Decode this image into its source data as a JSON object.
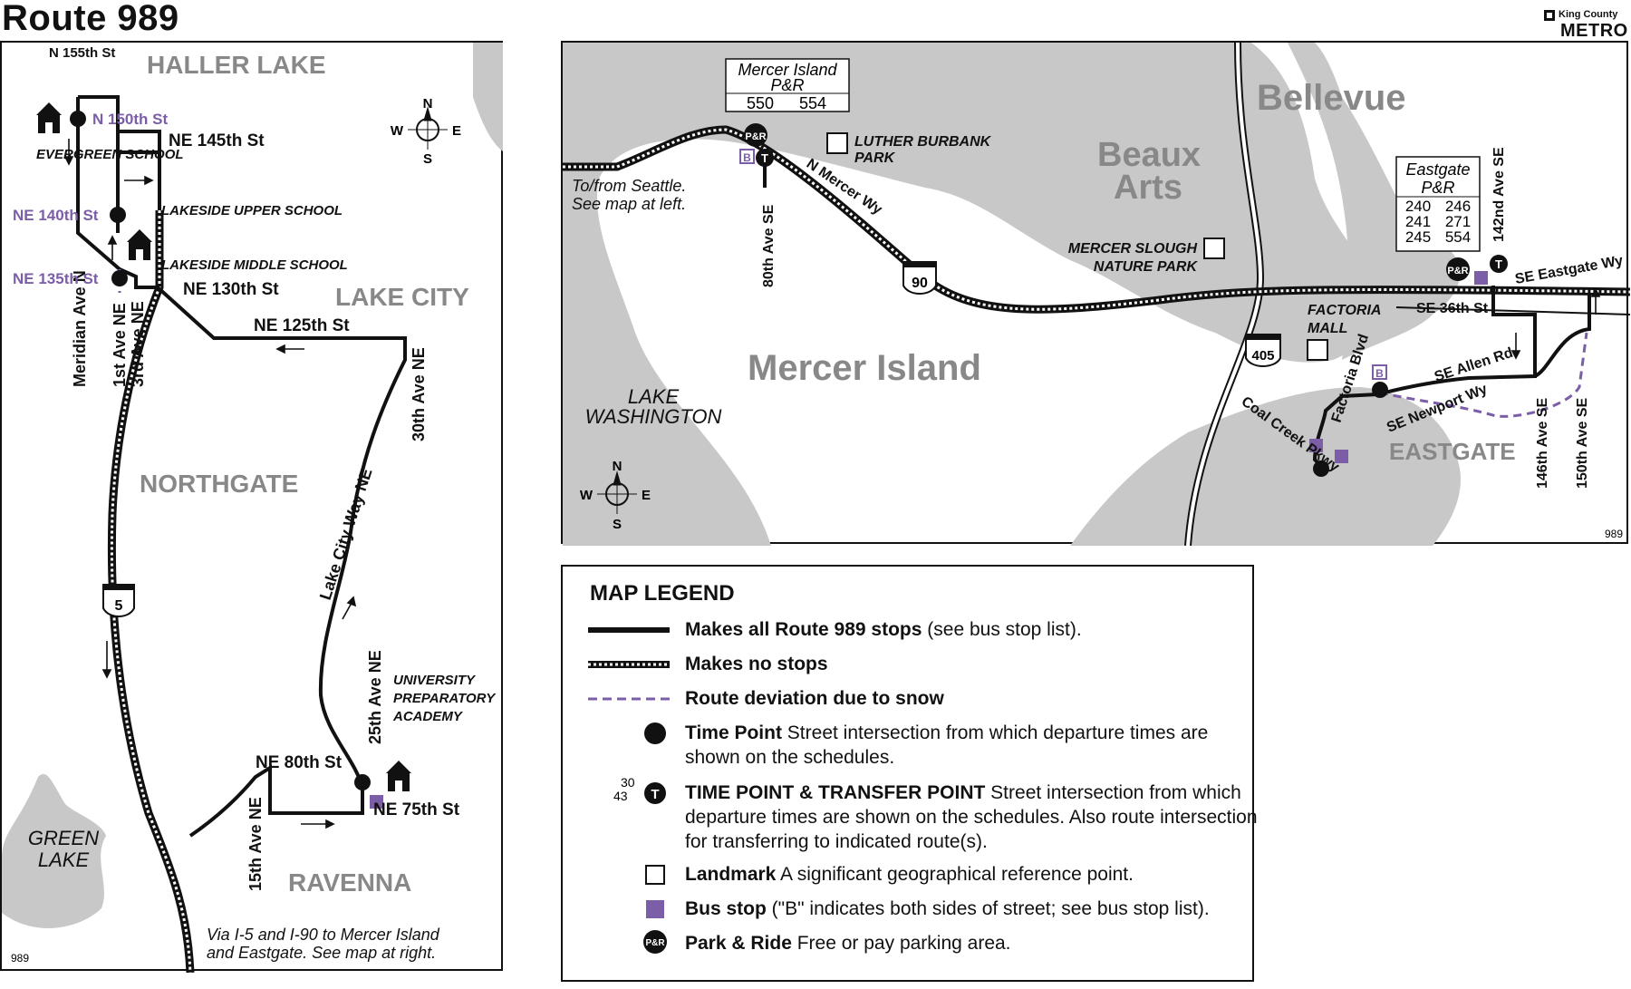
{
  "header": {
    "title": "Route 989"
  },
  "logo": {
    "line1": "King County",
    "line2": "METRO"
  },
  "left_map": {
    "corner_id": "989",
    "areas": [
      "HALLER LAKE",
      "LAKE CITY",
      "NORTHGATE",
      "RAVENNA"
    ],
    "streets": [
      "N 155th St",
      "NE 145th St",
      "NE 130th St",
      "NE 125th St",
      "NE 80th St",
      "NE 75th St",
      "Meridian Ave N",
      "1st Ave NE",
      "3rd Ave NE",
      "30th Ave NE",
      "Lake City Way NE",
      "25th Ave NE",
      "15th Ave NE"
    ],
    "timepoints": [
      "N 150th St",
      "NE 140th St",
      "NE 135th St"
    ],
    "landmarks": [
      "EVERGREEN SCHOOL",
      "LAKESIDE UPPER SCHOOL",
      "LAKESIDE MIDDLE SCHOOL"
    ],
    "upa": [
      "UNIVERSITY",
      "PREPARATORY",
      "ACADEMY"
    ],
    "lake": [
      "GREEN",
      "LAKE"
    ],
    "interstate": "5",
    "note": [
      "Via I-5 and I-90 to Mercer Island",
      "and Eastgate. See map at right."
    ],
    "compass": {
      "n": "N",
      "s": "S",
      "e": "E",
      "w": "W"
    }
  },
  "right_map": {
    "corner_id": "989",
    "areas": {
      "bellevue": "Bellevue",
      "beaux1": "Beaux",
      "beaux2": "Arts",
      "mercer": "Mercer Island",
      "eastgate": "EASTGATE"
    },
    "lake": [
      "LAKE",
      "WASHINGTON"
    ],
    "seattle_note": [
      "To/from Seattle.",
      "See map at left."
    ],
    "mercer_pr": {
      "title1": "Mercer Island",
      "title2": "P&R",
      "routes": [
        "550",
        "554"
      ]
    },
    "eastgate_pr": {
      "title1": "Eastgate",
      "title2": "P&R",
      "routes": [
        "240",
        "246",
        "241",
        "271",
        "245",
        "554"
      ]
    },
    "landmarks": {
      "luther1": "LUTHER BURBANK",
      "luther2": "PARK",
      "slough1": "MERCER SLOUGH",
      "slough2": "NATURE PARK",
      "factoria1": "FACTORIA",
      "factoria2": "MALL"
    },
    "streets": [
      "N Mercer Wy",
      "80th Ave SE",
      "142nd Ave SE",
      "SE Eastgate Wy",
      "SE 36th St",
      "SE Allen Rd",
      "SE Newport Wy",
      "Factoria Blvd",
      "Coal Creek Pkwy",
      "146th Ave SE",
      "150th Ave SE"
    ],
    "interstates": [
      "90",
      "405"
    ],
    "compass": {
      "n": "N",
      "s": "S",
      "e": "E",
      "w": "W"
    }
  },
  "legend": {
    "title": "MAP LEGEND",
    "items": [
      {
        "bold": "Makes all Route 989 stops",
        "text": " (see bus stop list)."
      },
      {
        "bold": "Makes no stops",
        "text": ""
      },
      {
        "bold": "Route deviation due to snow",
        "text": ""
      },
      {
        "bold": "Time Point",
        "text": " Street intersection from which departure times are shown on the schedules."
      },
      {
        "bold": "TIME POINT & TRANSFER POINT",
        "text": "  Street intersection from which departure times are shown on the schedules. Also route intersection for transferring to indicated route(s)."
      },
      {
        "bold": "Landmark",
        "text": " A significant geographical reference point."
      },
      {
        "bold": "Bus stop",
        "text": " (\"B\" indicates both sides of street; see bus stop list)."
      },
      {
        "bold": "Park & Ride",
        "text": " Free or pay parking area."
      }
    ],
    "transfer_routes": [
      "30",
      "43"
    ],
    "pr_icon": "P&R",
    "transfer_icon": "T",
    "both_sides_icon": "B"
  },
  "colors": {
    "route": "#1a1a1a",
    "snow": "#7b5ea7",
    "timepoint_label": "#7b5ea7",
    "water": "#c8c8c8",
    "stop": "#7b5ea7"
  }
}
